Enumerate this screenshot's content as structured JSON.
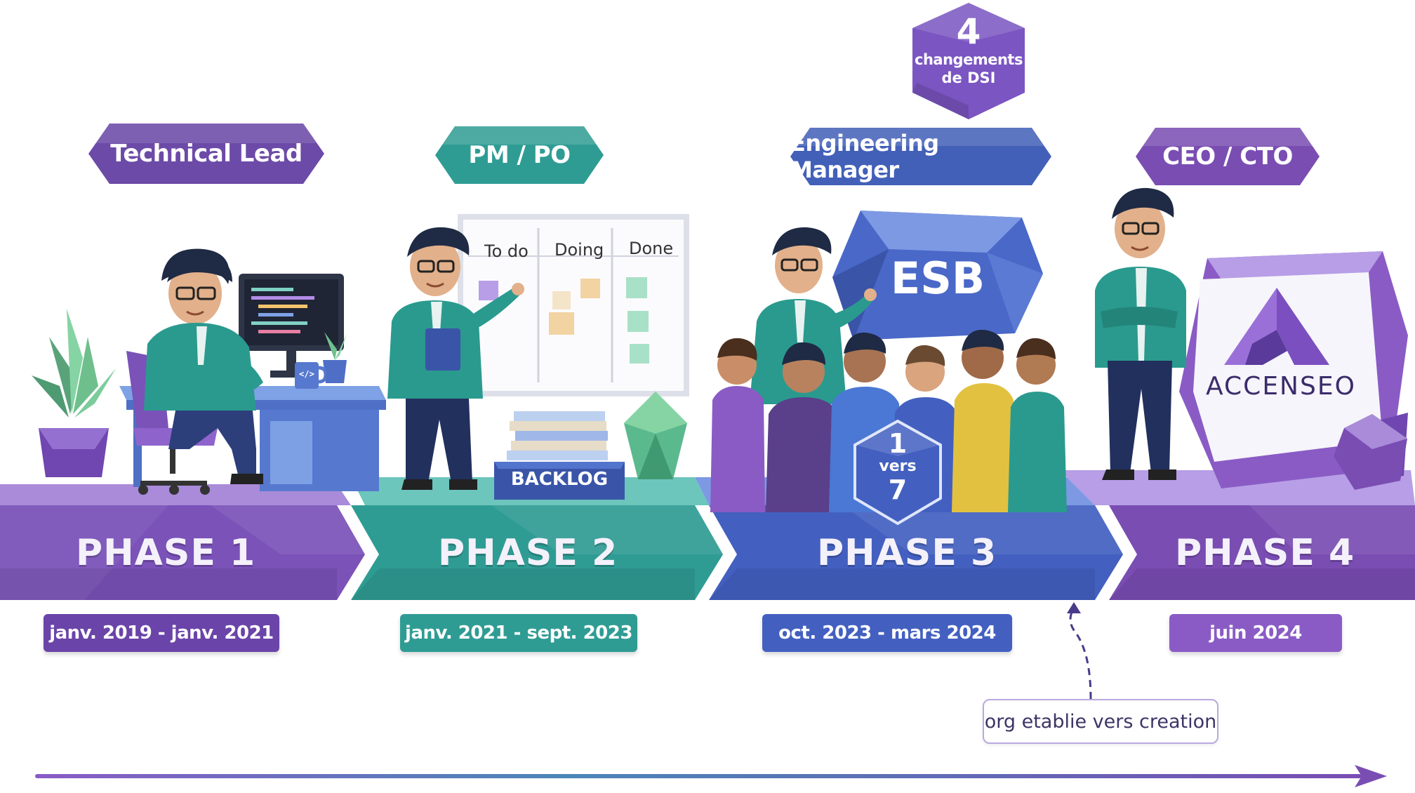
{
  "roles": [
    {
      "label": "Technical Lead",
      "color": "#6c4aa8"
    },
    {
      "label": "PM / PO",
      "color": "#2f9c94"
    },
    {
      "label": "Engineering Manager",
      "color": "#4360b8"
    },
    {
      "label": "CEO / CTO",
      "color": "#7a4db3"
    }
  ],
  "dsi_badge": {
    "number": "4",
    "line1": "changements",
    "line2": "de DSI"
  },
  "phases": [
    {
      "label": "PHASE 1",
      "date": "janv. 2019 - janv. 2021",
      "color": "#7a52b8"
    },
    {
      "label": "PHASE 2",
      "date": "janv. 2021 - sept. 2023",
      "color": "#2f9c94"
    },
    {
      "label": "PHASE 3",
      "date": "oct. 2023 - mars 2024",
      "color": "#4360c0"
    },
    {
      "label": "PHASE 4",
      "date": "juin 2024",
      "color": "#7a4db3"
    }
  ],
  "board": {
    "col1": "To do",
    "col2": "Doing",
    "col3": "Done"
  },
  "backlog_label": "BACKLOG",
  "esb_label": "ESB",
  "team_badge": {
    "top": "1",
    "mid": "vers",
    "bottom": "7"
  },
  "company_logo_text": "ACCENSEO",
  "callout": "org etablie vers creation",
  "icons": {
    "code_mug": "</>"
  }
}
